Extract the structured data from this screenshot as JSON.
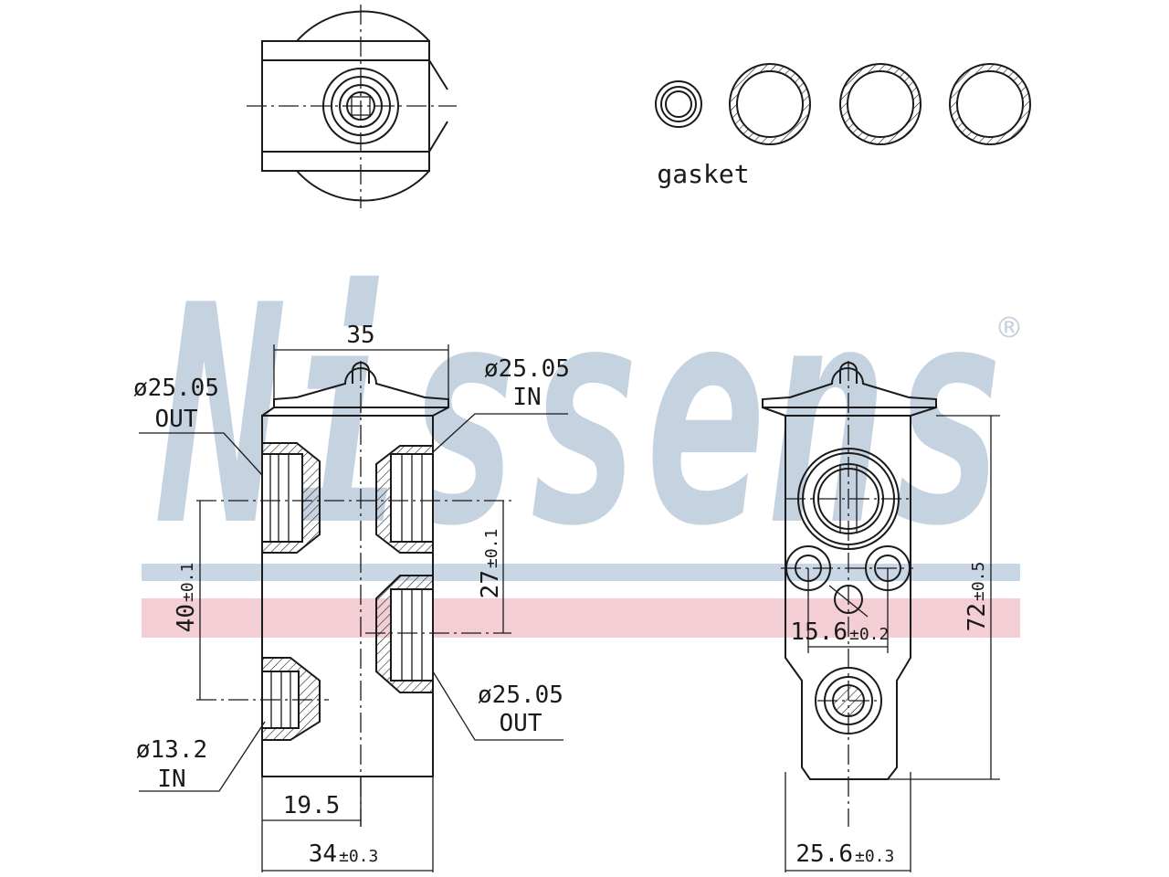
{
  "watermark": {
    "brand": "Nissens",
    "registered_mark": "®",
    "colors": {
      "text": "#c5d2e0",
      "blue_band": "#c9d6e4",
      "red_band": "#f3cfd5"
    }
  },
  "gasket": {
    "label": "gasket",
    "ring_count": 4
  },
  "dimensions": {
    "width_top": "35",
    "port_top_right_dia": "ø25.05",
    "port_top_right_dir": "IN",
    "port_top_left_dia": "ø25.05",
    "port_top_left_dir": "OUT",
    "port_bottom_right_dia": "ø25.05",
    "port_bottom_right_dir": "OUT",
    "port_bottom_left_dia": "ø13.2",
    "port_bottom_left_dir": "IN",
    "spacing_left": "40",
    "spacing_left_tol": "±0.1",
    "spacing_right": "27",
    "spacing_right_tol": "±0.1",
    "offset_bottom": "19.5",
    "body_width": "34",
    "body_width_tol": "±0.3",
    "side_height": "72",
    "side_height_tol": "±0.5",
    "side_port_spacing": "15.6",
    "side_port_spacing_tol": "±0.2",
    "side_width": "25.6",
    "side_width_tol": "±0.3"
  }
}
